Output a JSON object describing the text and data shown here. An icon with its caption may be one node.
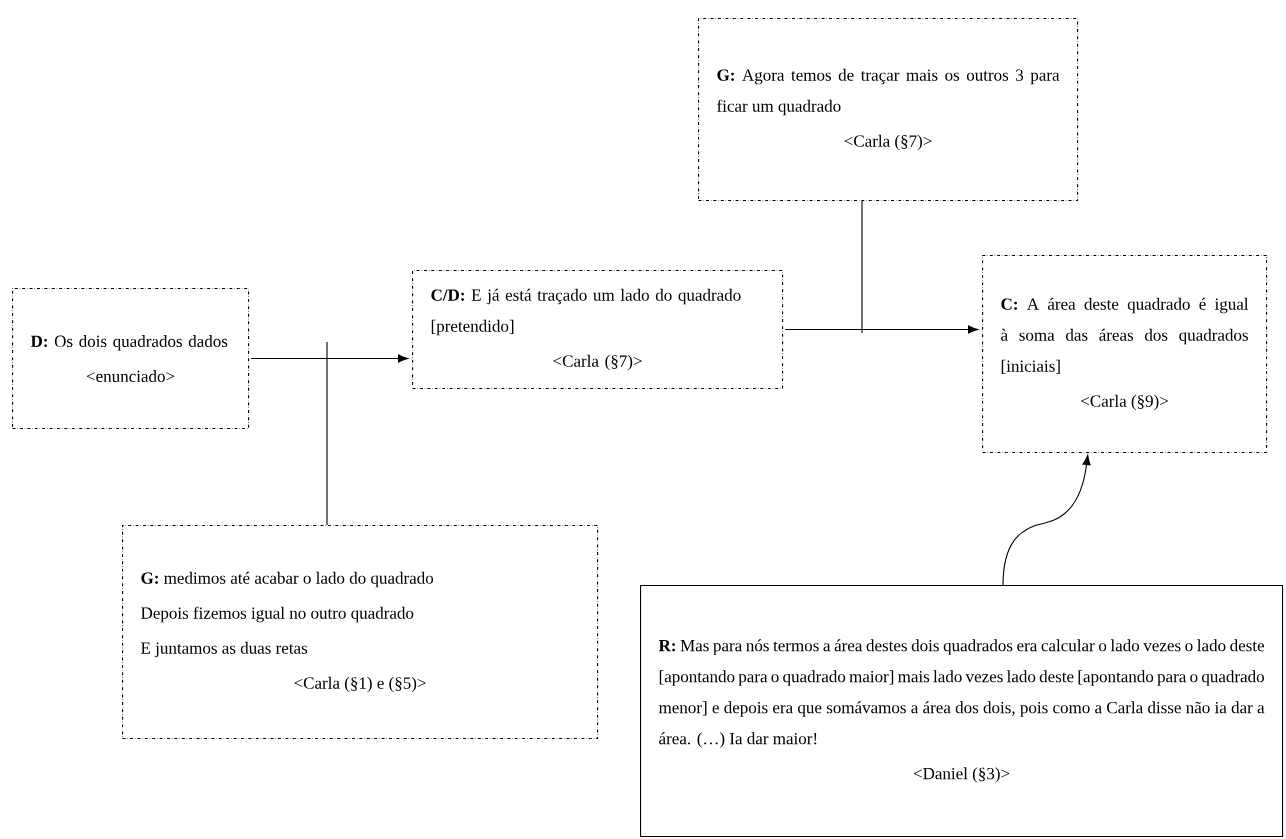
{
  "diagram": {
    "nodes": [
      {
        "text": [
          "**D:** Os dois quadrados dados",
          "<enunciado>"
        ]
      },
      {
        "text": [
          "**C/D:** E já está traçado um lado do quadrado [pretendido]",
          "<Carla (§7)>"
        ]
      },
      {
        "text": [
          "**G:** Agora temos de traçar mais os outros 3 para ficar um quadrado",
          "<Carla (§7)>"
        ]
      },
      {
        "text": [
          "**C:** A área deste quadrado é igual à soma das áreas dos quadrados [iniciais]",
          "<Carla (§9)>"
        ]
      },
      {
        "text": [
          "**G:** medimos até acabar o lado do quadrado",
          "Depois fizemos igual no outro quadrado",
          "E juntamos as duas retas",
          "<Carla (§1) e (§5)>"
        ]
      },
      {
        "text": [
          "**R:** Mas para nós termos a área destes dois quadrados era calcular o lado vezes o lado deste [apontando para o quadrado maior] mais lado vezes lado deste [apontando para o quadrado menor] e depois era que somávamos a área dos dois, pois como a Carla disse não ia dar a área. (…) Ia dar maior!",
          "<Daniel (§3)>"
        ]
      }
    ],
    "edges": [
      {
        "from": 0,
        "to": 1,
        "arrow": "to"
      },
      {
        "from": 1,
        "to": 3,
        "arrow": "to"
      },
      {
        "from": 2,
        "to": null,
        "arrow": "none"
      },
      {
        "from": 4,
        "to": null,
        "arrow": "none"
      },
      {
        "from": 5,
        "to": 3,
        "arrow": "to"
      }
    ]
  }
}
